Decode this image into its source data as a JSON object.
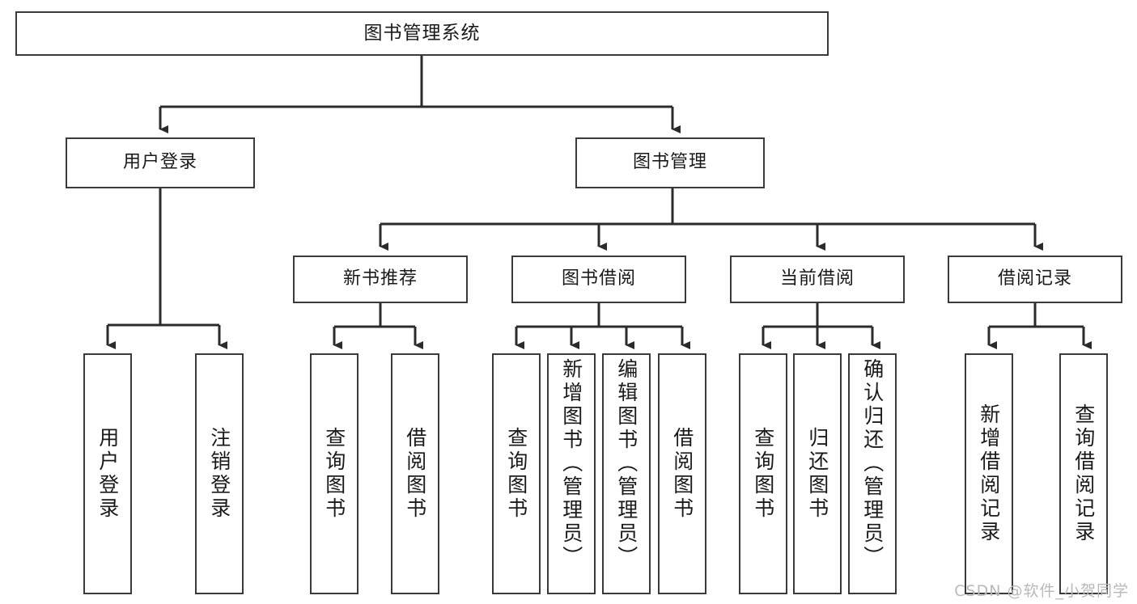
{
  "diagram": {
    "type": "tree-hierarchy",
    "title": "图书管理系统",
    "watermark": "CSDN @软件_小贺同学",
    "colors": {
      "box_border": "#3a3a3a",
      "box_fill": "#ffffff",
      "connector": "#2b2b2b",
      "text": "#1a1a1a",
      "watermark": "#b9b9b9",
      "background": "#ffffff"
    },
    "nodes": {
      "root": {
        "label": "图书管理系统"
      },
      "level2": [
        {
          "label": "用户登录"
        },
        {
          "label": "图书管理"
        }
      ],
      "level3": [
        {
          "label": "新书推荐"
        },
        {
          "label": "图书借阅"
        },
        {
          "label": "当前借阅"
        },
        {
          "label": "借阅记录"
        }
      ],
      "leaves": {
        "user_login": [
          {
            "label": "用户登录"
          },
          {
            "label": "注销登录"
          }
        ],
        "new_book": [
          {
            "label": "查询图书"
          },
          {
            "label": "借阅图书"
          }
        ],
        "book_borrow": [
          {
            "label": "查询图书"
          },
          {
            "label": "新增图书（管理员）"
          },
          {
            "label": "编辑图书（管理员）"
          },
          {
            "label": "借阅图书"
          }
        ],
        "current_borrow": [
          {
            "label": "查询图书"
          },
          {
            "label": "归还图书"
          },
          {
            "label": "确认归还（管理员）"
          }
        ],
        "borrow_record": [
          {
            "label": "新增借阅记录"
          },
          {
            "label": "查询借阅记录"
          }
        ]
      }
    }
  }
}
